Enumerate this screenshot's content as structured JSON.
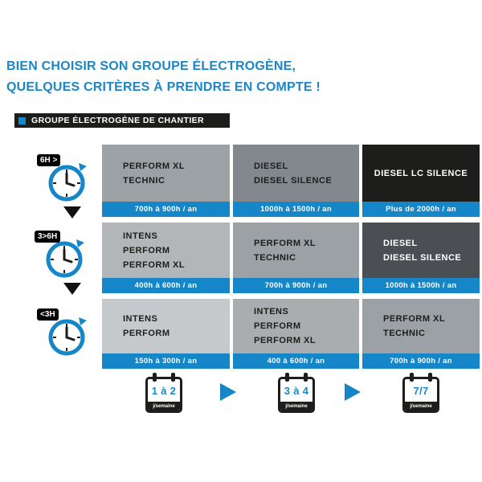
{
  "title": {
    "line1": "BIEN CHOISIR SON GROUPE ÉLECTROGÈNE,",
    "line2": "QUELQUES CRITÈRES À PRENDRE EN COMPTE !"
  },
  "banner": {
    "label": "GROUPE ÉLECTROGÈNE DE CHANTIER"
  },
  "colors": {
    "accent_blue": "#1587c8",
    "black": "#1d1d1b",
    "gray_lightest": "#c6c9cb",
    "gray_light": "#b2b6b9",
    "gray_light_medium": "#a9adb0",
    "gray_medium": "#9ba1a5",
    "gray_medium_dark": "#82888d",
    "gray_dark": "#4b4f53"
  },
  "usage_rows": [
    {
      "daily_duration": "6H >",
      "cells": [
        {
          "lines": [
            "PERFORM XL",
            "TECHNIC"
          ],
          "hours": "700h à 900h / an"
        },
        {
          "lines": [
            "DIESEL",
            "DIESEL SILENCE"
          ],
          "hours": "1000h à 1500h / an"
        },
        {
          "lines": [
            "DIESEL LC SILENCE"
          ],
          "hours": "Plus de 2000h / an"
        }
      ]
    },
    {
      "daily_duration": "3>6H",
      "cells": [
        {
          "lines": [
            "INTENS",
            "PERFORM",
            "PERFORM XL"
          ],
          "hours": "400h à 600h / an"
        },
        {
          "lines": [
            "PERFORM XL",
            "TECHNIC"
          ],
          "hours": "700h à 900h / an"
        },
        {
          "lines": [
            "DIESEL",
            "DIESEL SILENCE"
          ],
          "hours": "1000h à 1500h / an"
        }
      ]
    },
    {
      "daily_duration": "<3H",
      "cells": [
        {
          "lines": [
            "INTENS",
            "PERFORM"
          ],
          "hours": "150h à 300h / an"
        },
        {
          "lines": [
            "INTENS",
            "PERFORM",
            "PERFORM XL"
          ],
          "hours": "400 à 600h / an"
        },
        {
          "lines": [
            "PERFORM XL",
            "TECHNIC"
          ],
          "hours": "700h à 900h / an"
        }
      ]
    }
  ],
  "frequency_icons": [
    {
      "value": "1 à 2",
      "unit": "j/semaine"
    },
    {
      "value": "3 à 4",
      "unit": "j/semaine"
    },
    {
      "value": "7/7",
      "unit": "j/semaine"
    }
  ]
}
